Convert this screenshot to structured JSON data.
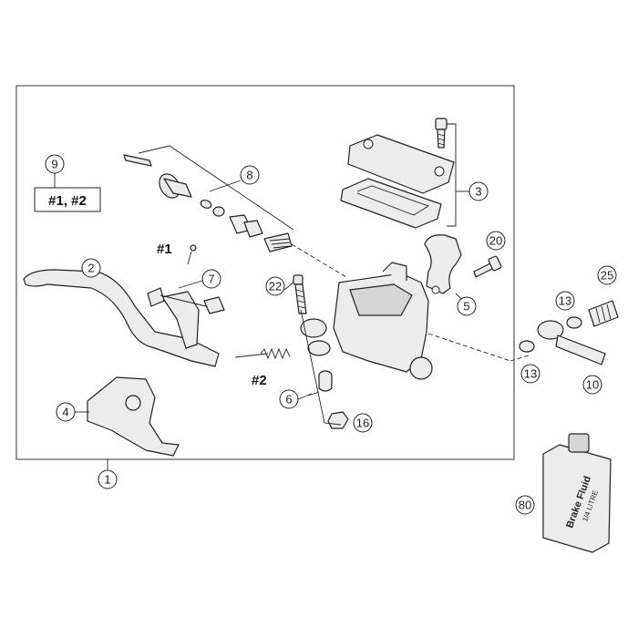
{
  "callouts": {
    "c1": "1",
    "c2": "2",
    "c3": "3",
    "c4": "4",
    "c5": "5",
    "c6": "6",
    "c7": "7",
    "c8": "8",
    "c9": "9",
    "c10": "10",
    "c13a": "13",
    "c13b": "13",
    "c16": "16",
    "c20": "20",
    "c22": "22",
    "c25": "25",
    "c80": "80"
  },
  "kit_label": "#1, #2",
  "marker_1": "#1",
  "marker_2": "#2",
  "bottle": {
    "line1": "Brake Fluid",
    "line2": "1/4 LITRE"
  }
}
